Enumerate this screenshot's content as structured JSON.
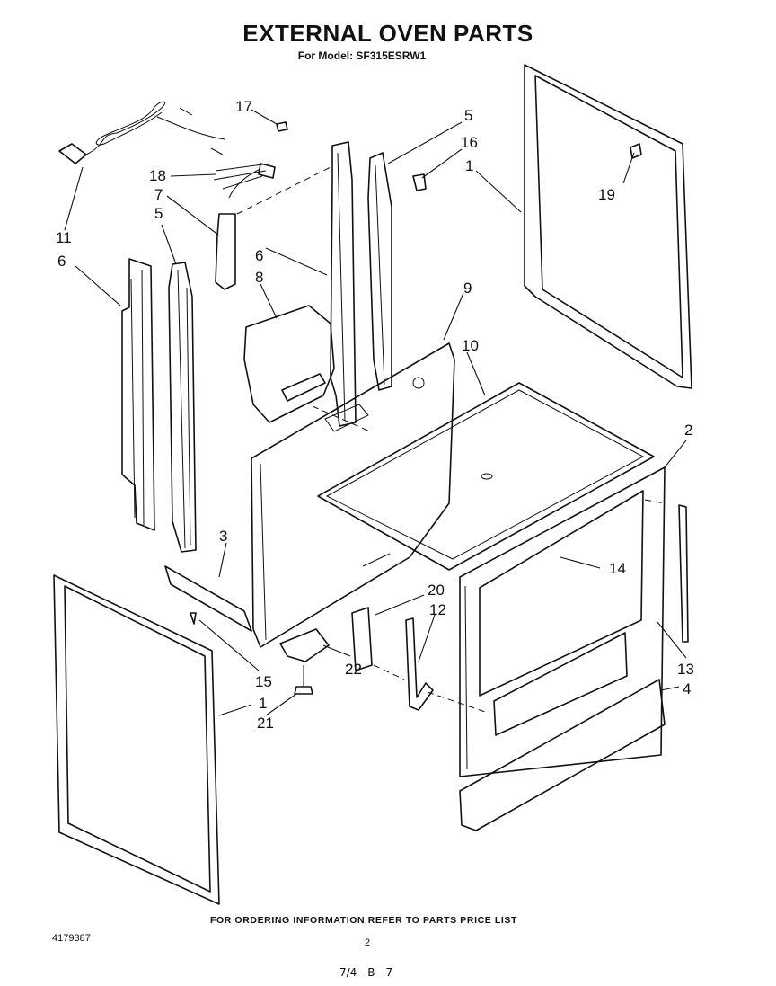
{
  "header": {
    "title": "EXTERNAL OVEN PARTS",
    "model_line": "For Model: SF315ESRW1"
  },
  "callouts": [
    "17",
    "5",
    "16",
    "1",
    "18",
    "7",
    "19",
    "11",
    "5",
    "6",
    "6",
    "8",
    "9",
    "10",
    "2",
    "3",
    "14",
    "20",
    "12",
    "15",
    "22",
    "13",
    "1",
    "4",
    "21"
  ],
  "footer": {
    "ordering_note": "FOR ORDERING INFORMATION REFER TO PARTS PRICE LIST",
    "doc_number": "4179387",
    "page_number": "2",
    "bottom_code": "7/4 - B - 7"
  }
}
